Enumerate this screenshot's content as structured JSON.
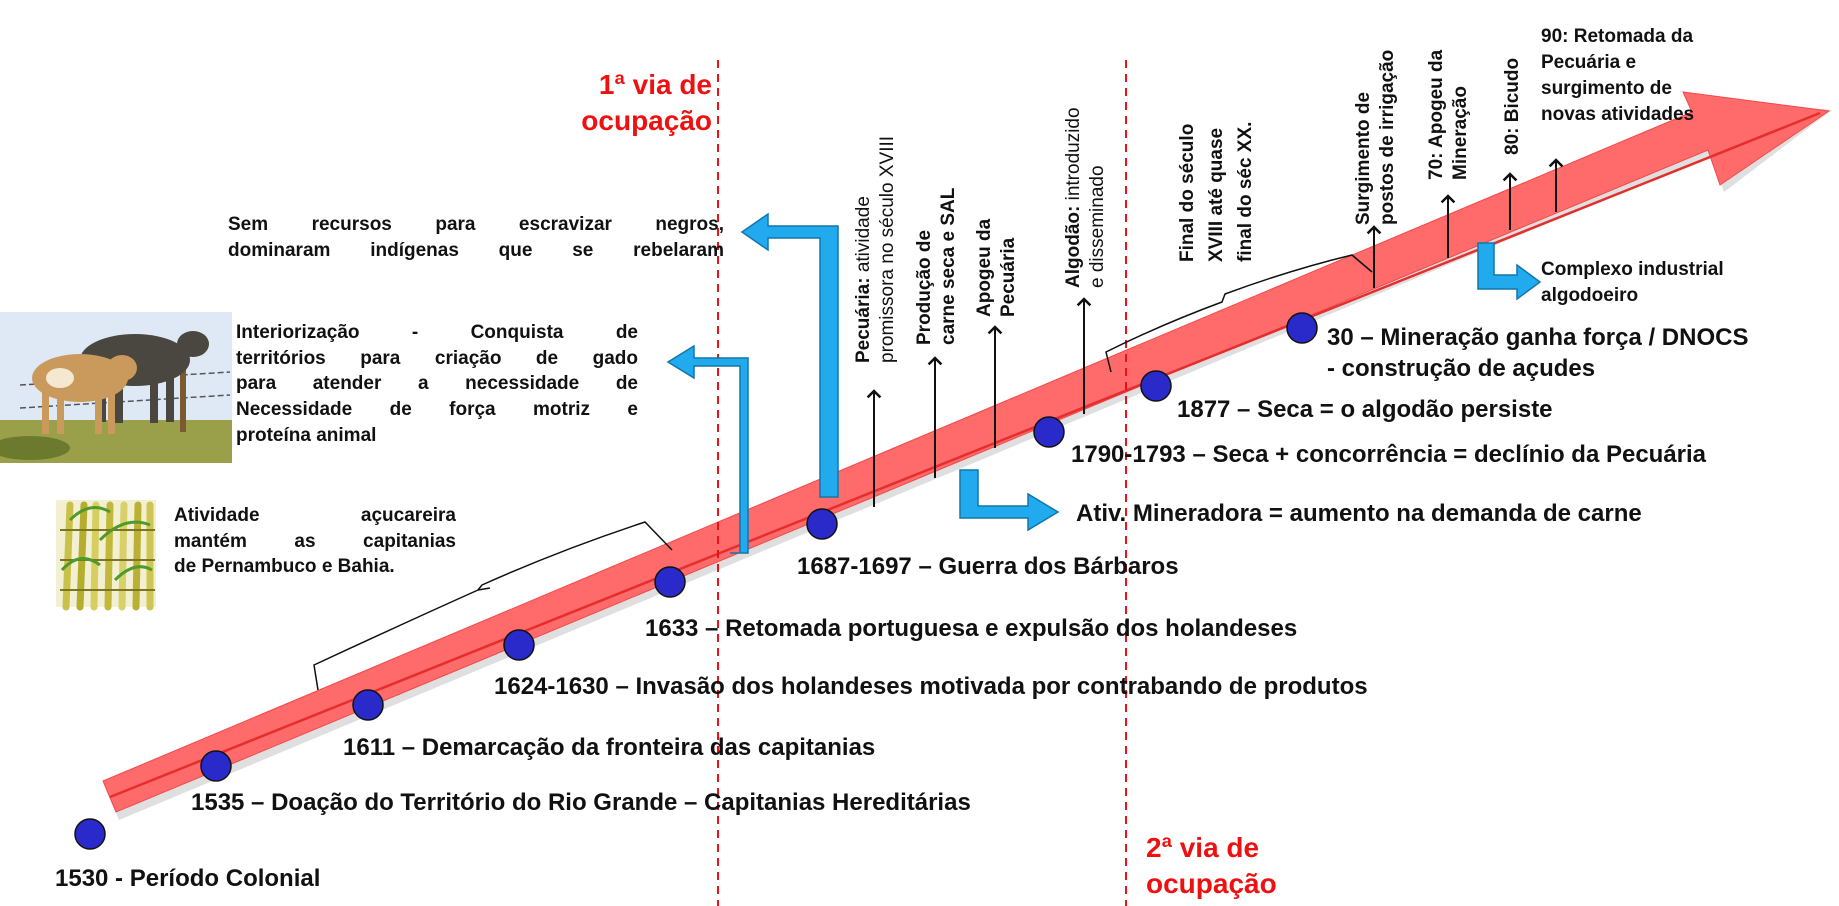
{
  "dividers": {
    "first": {
      "line1": "1ª via de",
      "line2": "ocupação"
    },
    "second": {
      "line1": "2ª via de",
      "line2": "ocupação"
    }
  },
  "events": [
    {
      "label": "1530 - Período Colonial"
    },
    {
      "label": "1535 – Doação do Território do Rio Grande – Capitanias Hereditárias"
    },
    {
      "label": "1611 – Demarcação da fronteira das capitanias"
    },
    {
      "label": "1624-1630 – Invasão dos holandeses motivada por contrabando de produtos"
    },
    {
      "label": "1633 – Retomada portuguesa e expulsão dos holandeses"
    },
    {
      "label": "1687-1697 – Guerra dos Bárbaros"
    },
    {
      "label": "1790-1793 – Seca + concorrência = declínio da Pecuária"
    },
    {
      "label": "1877 – Seca = o algodão persiste"
    },
    {
      "label": "30 – Mineração ganha força / DNOCS",
      "line2": "- construção de açudes"
    }
  ],
  "notes": {
    "acucar": [
      "Atividade açucareira",
      "mantém as capitanias",
      "de Pernambuco e Bahia."
    ],
    "interiorizacao": [
      "Interiorização - Conquista de",
      "territórios para criação de gado",
      "para atender a necessidade de",
      "Necessidade de força motriz e",
      "proteína animal"
    ],
    "escravizar": [
      "Sem recursos para escravizar negros,",
      "dominaram indígenas que se rebelaram"
    ],
    "mineradora": "Ativ. Mineradora = aumento na demanda de carne",
    "complexo": [
      "Complexo industrial",
      "algodoeiro"
    ]
  },
  "vertical_labels": {
    "pecuaria": {
      "bold": "Pecuária:",
      "rest": " atividade",
      "line2": "promissora no século XVIII"
    },
    "producao": [
      "Produção de",
      "carne seca e SAL"
    ],
    "apogeu_pecuaria": [
      "Apogeu da",
      "Pecuária"
    ],
    "algodao": {
      "bold": "Algodão:",
      "rest": " introduzido",
      "line2": "e disseminado"
    },
    "final_seculo": [
      "Final do século",
      "XVIII até quase",
      "final do séc XX."
    ],
    "irrigacao": [
      "Surgimento de",
      "postos de irrigação"
    ],
    "mineracao70": [
      "70: Apogeu da",
      "Mineração"
    ],
    "bicudo": "80: Bicudo"
  },
  "top_right": [
    "90: Retomada da",
    "Pecuária e",
    "surgimento de",
    "novas atividades"
  ],
  "colors": {
    "timeline": "#ff5c5c",
    "dot": "#2a2acb",
    "arrow": "#22aaee",
    "divider": "#ee1111"
  }
}
